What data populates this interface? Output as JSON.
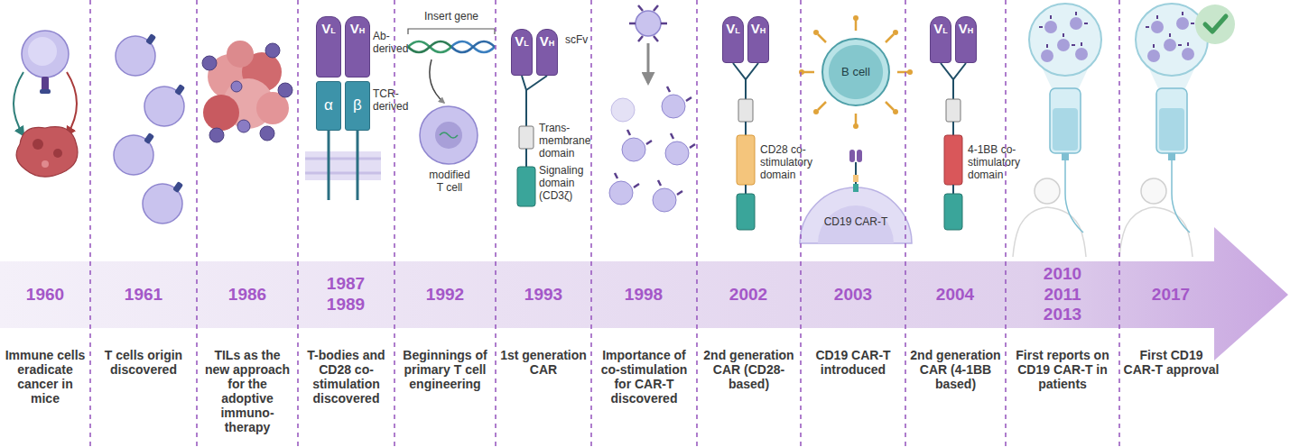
{
  "diagram": {
    "nodes": [
      {
        "text": [
          "VL"
        ]
      },
      {
        "text": [
          "VH"
        ]
      },
      {
        "text": [
          "α"
        ]
      },
      {
        "text": [
          "β"
        ]
      },
      {
        "text": [
          "VL"
        ]
      },
      {
        "text": [
          "VH"
        ]
      },
      {
        "text": [
          "VL"
        ]
      },
      {
        "text": [
          "VH"
        ]
      },
      {
        "text": [
          "B cell"
        ]
      },
      {
        "text": [
          "VL"
        ]
      },
      {
        "text": [
          "VH"
        ]
      },
      {
        "text": [
          "1960",
          "1961",
          "1986",
          "1987 1989",
          "1992",
          "1993",
          "1998",
          "2002",
          "2003",
          "2004",
          "2010 2011 2013",
          "2017"
        ]
      }
    ],
    "labels": [
      "Ab-derived",
      "TCR-derived",
      "Insert gene",
      "modified T cell",
      "scFv",
      "Trans-membrane domain",
      "Signaling domain (CD3ζ)",
      "CD28 co-stimulatory domain",
      "CD19 CAR-T",
      "4-1BB co-stimulatory domain",
      "Immune cells eradicate cancer in mice",
      "T cells origin discovered",
      "TILs as the new approach for the adoptive immuno-therapy",
      "T-bodies and CD28 co-stimulation discovered",
      "Beginnings of primary T cell engineering",
      "1st generation CAR",
      "Importance of co-stimulation for CAR-T discovered",
      "2nd generation CAR (CD28-based)",
      "CD19 CAR-T introduced",
      "2nd generation CAR (4-1BB based)",
      "First reports on CD19 CAR-T in patients",
      "First CD19 CAR-T approval"
    ]
  }
}
